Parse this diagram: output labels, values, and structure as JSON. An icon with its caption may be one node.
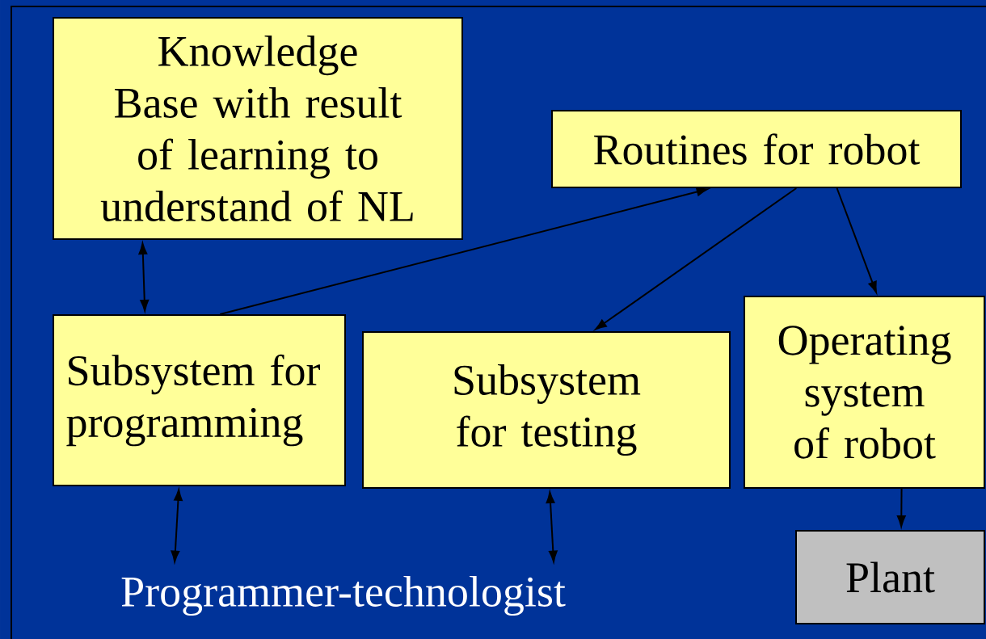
{
  "diagram": {
    "nodes": [
      {
        "text": [
          "Knowledge Base with result of learning to understand of NL"
        ]
      },
      {
        "text": [
          "Routines for robot"
        ]
      },
      {
        "text": [
          "Subsystem for programming"
        ]
      },
      {
        "text": [
          "Subsystem for testing"
        ]
      },
      {
        "text": [
          "Operating system of robot"
        ]
      },
      {
        "text": [
          "Plant"
        ]
      },
      {
        "text": [
          "Programmer-technologist"
        ]
      }
    ],
    "edges": [
      {
        "from": 0,
        "to": 2,
        "arrow": "both"
      },
      {
        "from": 2,
        "to": 1,
        "arrow": "to"
      },
      {
        "from": 1,
        "to": 3,
        "arrow": "to"
      },
      {
        "from": 1,
        "to": 4,
        "arrow": "to"
      },
      {
        "from": 2,
        "to": 6,
        "arrow": "both"
      },
      {
        "from": 3,
        "to": 6,
        "arrow": "both"
      },
      {
        "from": 4,
        "to": 5,
        "arrow": "to"
      }
    ]
  }
}
